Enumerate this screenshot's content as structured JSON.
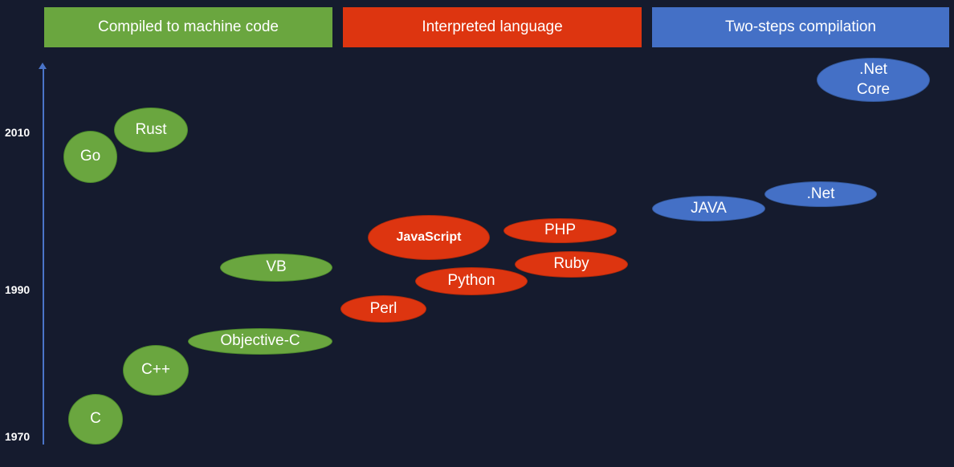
{
  "colors": {
    "background": "#151b2e",
    "compiled": "#6aa63f",
    "interpreted": "#dd3510",
    "twostep": "#4470c6",
    "axis": "#4a74c8"
  },
  "headers": {
    "compiled": "Compiled to machine code",
    "interpreted": "Interpreted language",
    "twostep": "Two-steps compilation"
  },
  "axis": {
    "y2010": "2010",
    "y1990": "1990",
    "y1970": "1970"
  },
  "languages": {
    "c": "C",
    "cpp": "C++",
    "objc": "Objective-C",
    "vb": "VB",
    "go": "Go",
    "rust": "Rust",
    "perl": "Perl",
    "python": "Python",
    "javascript": "JavaScript",
    "php": "PHP",
    "ruby": "Ruby",
    "java": "JAVA",
    "dotnet": ".Net",
    "dotnet_core_line1": ".Net",
    "dotnet_core_line2": "Core"
  }
}
